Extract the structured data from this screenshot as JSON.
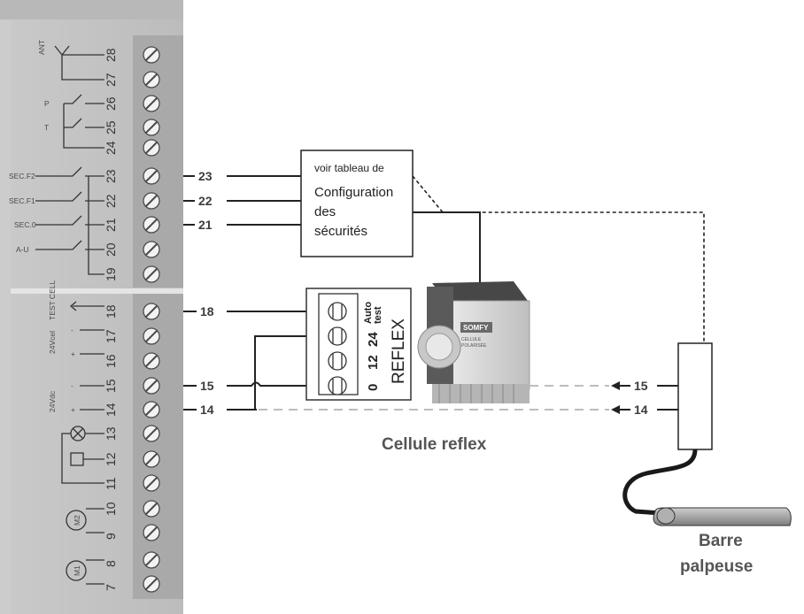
{
  "panel": {
    "terminals": [
      "28",
      "27",
      "26",
      "25",
      "24",
      "23",
      "22",
      "21",
      "20",
      "19",
      "18",
      "17",
      "16",
      "15",
      "14",
      "13",
      "12",
      "11",
      "10",
      "9",
      "8",
      "7"
    ],
    "labels": {
      "ant": "ANT",
      "p": "P",
      "t": "T",
      "sec_f2": "SEC.F2",
      "sec_f1": "SEC.F1",
      "sec_0": "SEC.0",
      "a_u": "A-U",
      "test_cell": "TEST CELL",
      "v24cel": "24Vcel",
      "v24dc": "24Vdc",
      "plus": "+",
      "minus": "-",
      "m1": "M1",
      "m2": "M2"
    }
  },
  "wire_labels": {
    "w23": "23",
    "w22": "22",
    "w21": "21",
    "w18": "18",
    "w15": "15",
    "w14": "14",
    "r15": "15",
    "r14": "14"
  },
  "config_box": {
    "line1": "voir tableau de",
    "line2": "Configuration",
    "line3": "des",
    "line4": "sécurités"
  },
  "reflex_block": {
    "t_auto": "Auto",
    "t_test": "test",
    "t24": "24",
    "t12": "12",
    "t0": "0",
    "name": "REFLEX"
  },
  "cell": {
    "brand": "SOMFY",
    "l1": "CELLULE",
    "l2": "POLARISÉE",
    "caption": "Cellule reflex"
  },
  "edge": {
    "l1": "Barre",
    "l2": "palpeuse"
  }
}
